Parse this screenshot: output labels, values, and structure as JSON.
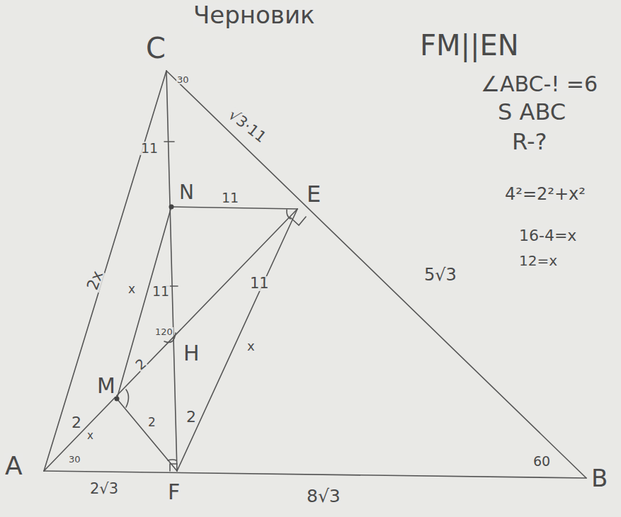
{
  "diagram": {
    "labels": [
      "Черновик",
      "C",
      "FM||EN",
      "∠ABC-! =6",
      "S ABC",
      "R-?",
      "N",
      "11",
      "E",
      "√3·11",
      "30",
      "11",
      "2x",
      "x",
      "11",
      "120",
      "H",
      "M",
      "2",
      "11",
      "x",
      "2",
      "x",
      "2",
      "2",
      "5√3",
      "4²=2²+x²",
      "16-4=x",
      "12=x",
      "A",
      "30",
      "2√3",
      "F",
      "8√3",
      "60",
      "B"
    ]
  }
}
